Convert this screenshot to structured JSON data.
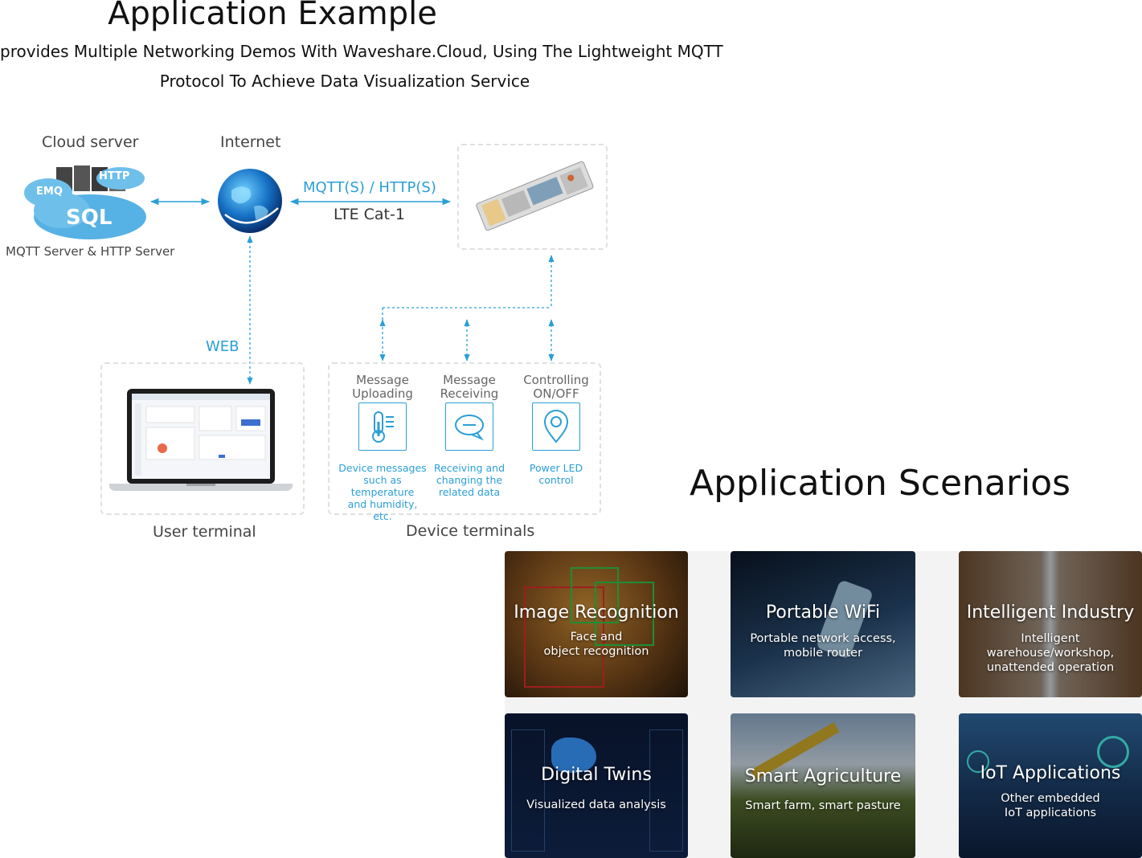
{
  "example": {
    "title": "Application Example",
    "subtitle_line1": "provides Multiple Networking Demos With Waveshare.Cloud, Using The Lightweight MQTT",
    "subtitle_line2": "Protocol To Achieve Data Visualization Service"
  },
  "diagram": {
    "cloud_server_label": "Cloud server",
    "internet_label": "Internet",
    "server_caption": "MQTT Server & HTTP Server",
    "cloud_badges": {
      "emq": "EMQ",
      "http": "HTTP",
      "sql": "SQL"
    },
    "protocol_label": "MQTT(S) / HTTP(S)",
    "lte_label": "LTE Cat-1",
    "web_label": "WEB",
    "user_terminal_label": "User terminal",
    "device_terminals_label": "Device terminals",
    "terminals": [
      {
        "head": "Message\nUploading",
        "icon": "thermometer-icon",
        "desc": "Device messages\nsuch as temperature\nand humidity, etc."
      },
      {
        "head": "Message\nReceiving",
        "icon": "chat-bubble-icon",
        "desc": "Receiving and\nchanging the\nrelated data"
      },
      {
        "head": "Controlling\nON/OFF",
        "icon": "location-pin-icon",
        "desc": "Power LED\ncontrol"
      }
    ],
    "accent_color": "#2a9fd6"
  },
  "scenarios": {
    "title": "Application Scenarios",
    "cards": [
      {
        "title": "Image Recognition",
        "subtitle": "Face and\nobject recognition",
        "bg": "#6b4a22"
      },
      {
        "title": "Portable WiFi",
        "subtitle": "Portable network access,\nmobile router",
        "bg": "#1f3550"
      },
      {
        "title": "Intelligent Industry",
        "subtitle": "Intelligent warehouse/workshop,\nunattended operation",
        "bg": "#4a4038"
      },
      {
        "title": "Digital Twins",
        "subtitle": "Visualized data analysis",
        "bg": "#0d1a33"
      },
      {
        "title": "Smart Agriculture",
        "subtitle": "Smart farm, smart pasture",
        "bg": "#3c4a2a"
      },
      {
        "title": "IoT Applications",
        "subtitle": "Other embedded\nIoT applications",
        "bg": "#16325a"
      }
    ]
  }
}
